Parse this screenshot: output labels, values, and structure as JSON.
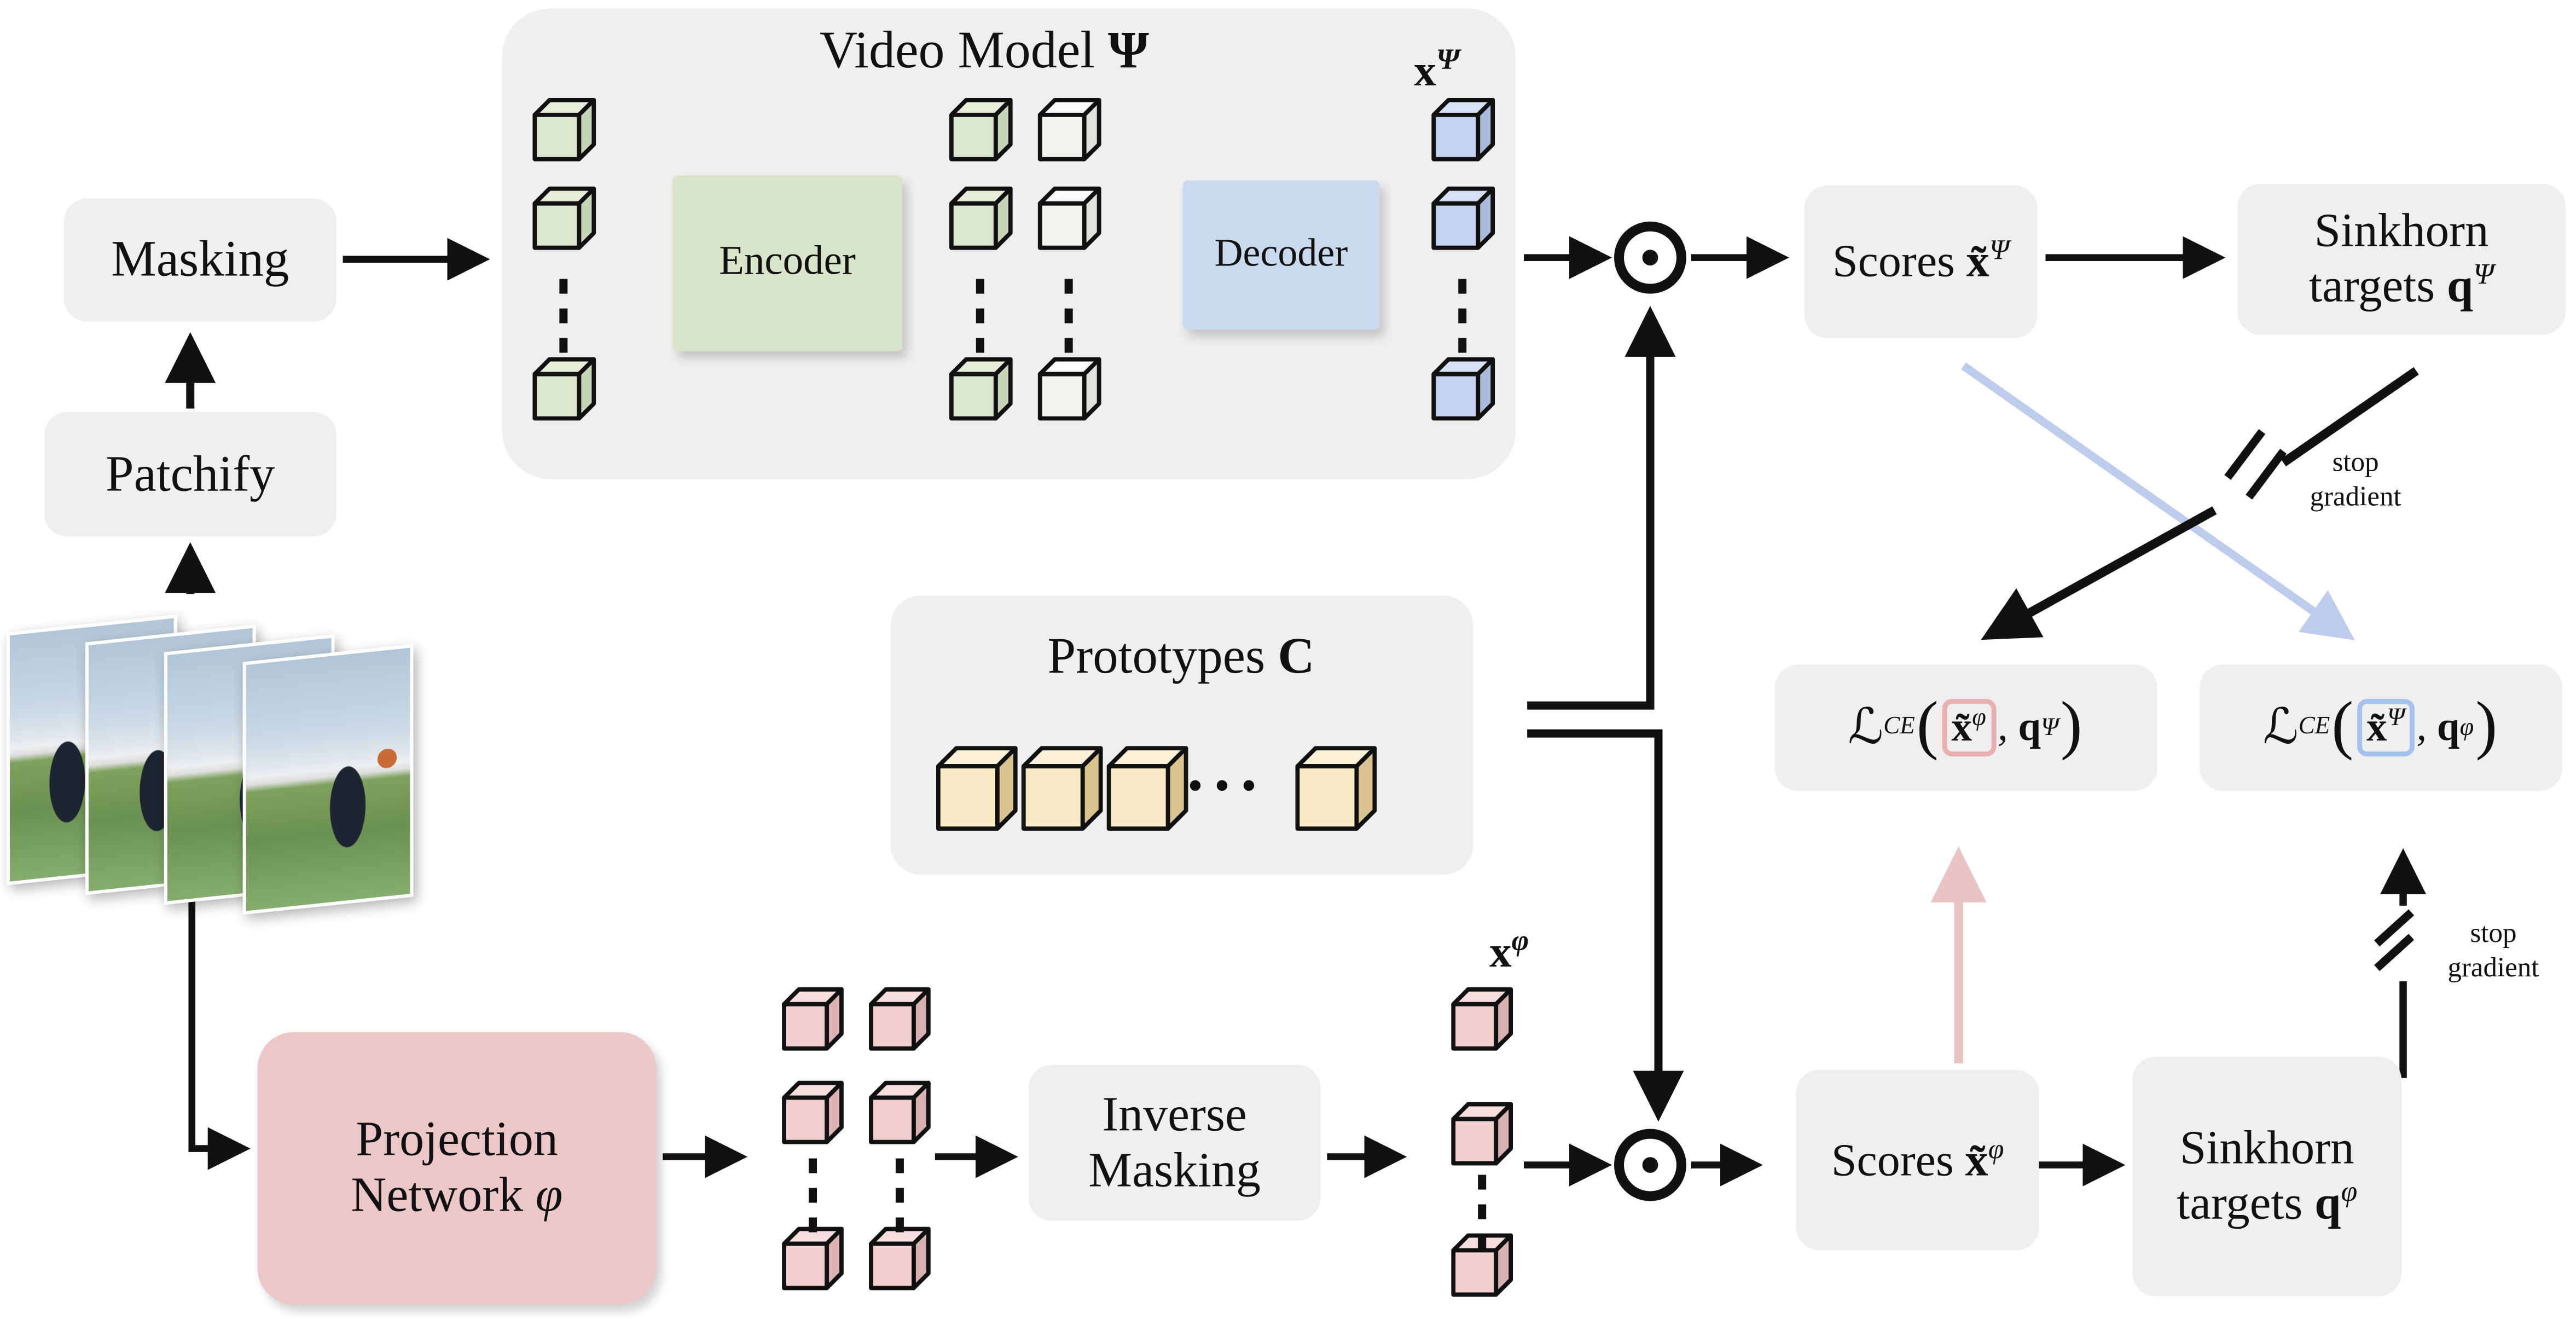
{
  "colors": {
    "box_gray": "#efefef",
    "encoder_green": "#d9e5cb",
    "decoder_blue": "#c9daee",
    "projection_pink": "#ecc7c7",
    "arrow_black": "#111111",
    "arrow_blue": "#bdcbec",
    "arrow_pink": "#eac4c4",
    "loss_frame_pink": "#e8b0b0",
    "loss_frame_blue": "#a5c2ee",
    "cube_green": {
      "front": "#dbe6ce",
      "top": "#e6eed9",
      "side": "#c7d4b8"
    },
    "cube_white": {
      "front": "#f4f4f1",
      "top": "#fbfbf9",
      "side": "#e2e2dd"
    },
    "cube_blue": {
      "front": "#c4d4f0",
      "top": "#d6e0f6",
      "side": "#a9badb"
    },
    "cube_yellow": {
      "front": "#f6e9c4",
      "top": "#faf1d8",
      "side": "#d9c491"
    },
    "cube_pink": {
      "front": "#f2d0d0",
      "top": "#f7dddd",
      "side": "#d8b2b2"
    }
  },
  "pipeline": {
    "masking": "Masking",
    "patchify": "Patchify"
  },
  "video_model": {
    "title": "Video Model",
    "title_sym": "Ψ",
    "encoder": "Encoder",
    "decoder": "Decoder",
    "output": {
      "base": "x",
      "sup": "Ψ"
    }
  },
  "prototypes": {
    "title": "Prototypes",
    "sym": "C",
    "ellipsis": "···"
  },
  "projection": {
    "line1": "Projection",
    "line2": "Network",
    "sym": "φ"
  },
  "inverse_masking": {
    "line1": "Inverse",
    "line2": "Masking"
  },
  "phi_output": {
    "base": "x",
    "sup": "φ"
  },
  "scores_psi": {
    "label": "Scores",
    "sym": "x̃",
    "sup": "Ψ"
  },
  "scores_phi": {
    "label": "Scores",
    "sym": "x̃",
    "sup": "φ"
  },
  "sinkhorn_psi": {
    "line1": "Sinkhorn",
    "line2": "targets",
    "sym": "q",
    "sup": "Ψ"
  },
  "sinkhorn_phi": {
    "line1": "Sinkhorn",
    "line2": "targets",
    "sym": "q",
    "sup": "φ"
  },
  "loss_left": {
    "op": "ℒ",
    "sub": "CE",
    "open": "(",
    "arg1": "x̃",
    "arg1_sup": "φ",
    "sep": ",",
    "arg2": "q",
    "arg2_sup": "Ψ",
    "close": ")"
  },
  "loss_right": {
    "op": "ℒ",
    "sub": "CE",
    "open": "(",
    "arg1": "x̃",
    "arg1_sup": "Ψ",
    "sep": ",",
    "arg2": "q",
    "arg2_sup": "φ",
    "close": ")"
  },
  "stop_gradient": {
    "line1": "stop",
    "line2": "gradient"
  }
}
